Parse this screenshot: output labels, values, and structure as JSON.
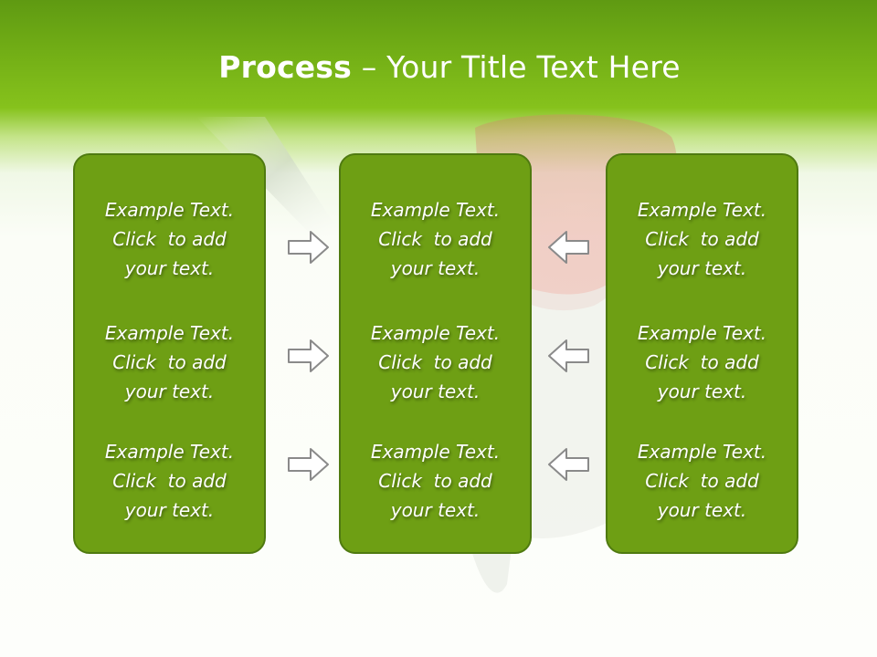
{
  "title": {
    "bold": "Process",
    "separator": " – ",
    "rest": "Your Title Text Here"
  },
  "panels": [
    {
      "items": [
        {
          "line1": "Example Text.",
          "line2": "Click  to add",
          "line3": "your text."
        },
        {
          "line1": "Example Text.",
          "line2": "Click  to add",
          "line3": "your text."
        },
        {
          "line1": "Example Text.",
          "line2": "Click  to add",
          "line3": "your text."
        }
      ]
    },
    {
      "items": [
        {
          "line1": "Example Text.",
          "line2": "Click  to add",
          "line3": "your text."
        },
        {
          "line1": "Example Text.",
          "line2": "Click  to add",
          "line3": "your text."
        },
        {
          "line1": "Example Text.",
          "line2": "Click  to add",
          "line3": "your text."
        }
      ]
    },
    {
      "items": [
        {
          "line1": "Example Text.",
          "line2": "Click  to add",
          "line3": "your text."
        },
        {
          "line1": "Example Text.",
          "line2": "Click  to add",
          "line3": "your text."
        },
        {
          "line1": "Example Text.",
          "line2": "Click  to add",
          "line3": "your text."
        }
      ]
    }
  ],
  "arrows": {
    "left_group": "arrow-right-icon",
    "right_group": "arrow-left-icon"
  },
  "colors": {
    "header_green": "#73af16",
    "panel_fill": "#6e9f14",
    "panel_border": "#4f7a10"
  }
}
